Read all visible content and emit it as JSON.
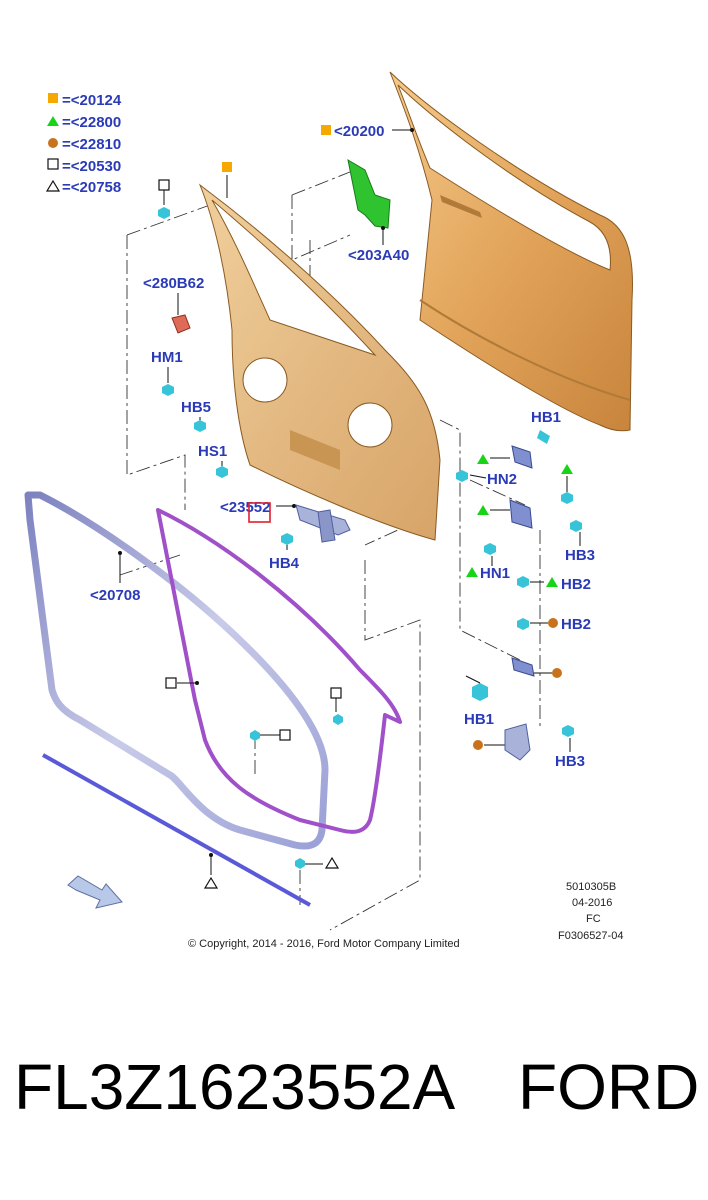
{
  "legend": [
    {
      "symbol": "filled-square",
      "color": "#f5a800",
      "text": "=<20124"
    },
    {
      "symbol": "filled-triangle",
      "color": "#17d417",
      "text": "=<22800"
    },
    {
      "symbol": "filled-circle",
      "color": "#c8731c",
      "text": "=<22810"
    },
    {
      "symbol": "open-square",
      "color": "#111111",
      "text": "=<20530"
    },
    {
      "symbol": "open-triangle",
      "color": "#111111",
      "text": "=<20758"
    }
  ],
  "callouts": {
    "outer_panel": "<20200",
    "bracket": "<203A40",
    "clip_280": "<280B62",
    "check_arm": "<23552",
    "weatherstrip": "<20708",
    "hm1": "HM1",
    "hb5": "HB5",
    "hs1": "HS1",
    "hb4": "HB4",
    "hb1_top": "HB1",
    "hn2": "HN2",
    "hb3_top": "HB3",
    "hn1": "HN1",
    "hb2_a": "HB2",
    "hb2_b": "HB2",
    "hb1_bottom": "HB1",
    "hb3_bottom": "HB3"
  },
  "meta": {
    "line1": "5010305B",
    "line2": "04-2016",
    "line3": "FC",
    "line4": "F0306527-04"
  },
  "copyright": "© Copyright, 2014 - 2016, Ford Motor Company Limited",
  "colors": {
    "label": "#2b3bb8",
    "door_panel": "#e2a45a",
    "bracket": "#2fc42f",
    "seal_outer": "#9aa0d6",
    "seal_inner": "#a050c8",
    "strip": "#5a5ad8",
    "fastener": "#37c4d8",
    "hinge": "#7f8fd0",
    "highlight": "#e0202a"
  },
  "footer": {
    "part_number": "FL3Z1623552A",
    "brand": "FORD"
  }
}
